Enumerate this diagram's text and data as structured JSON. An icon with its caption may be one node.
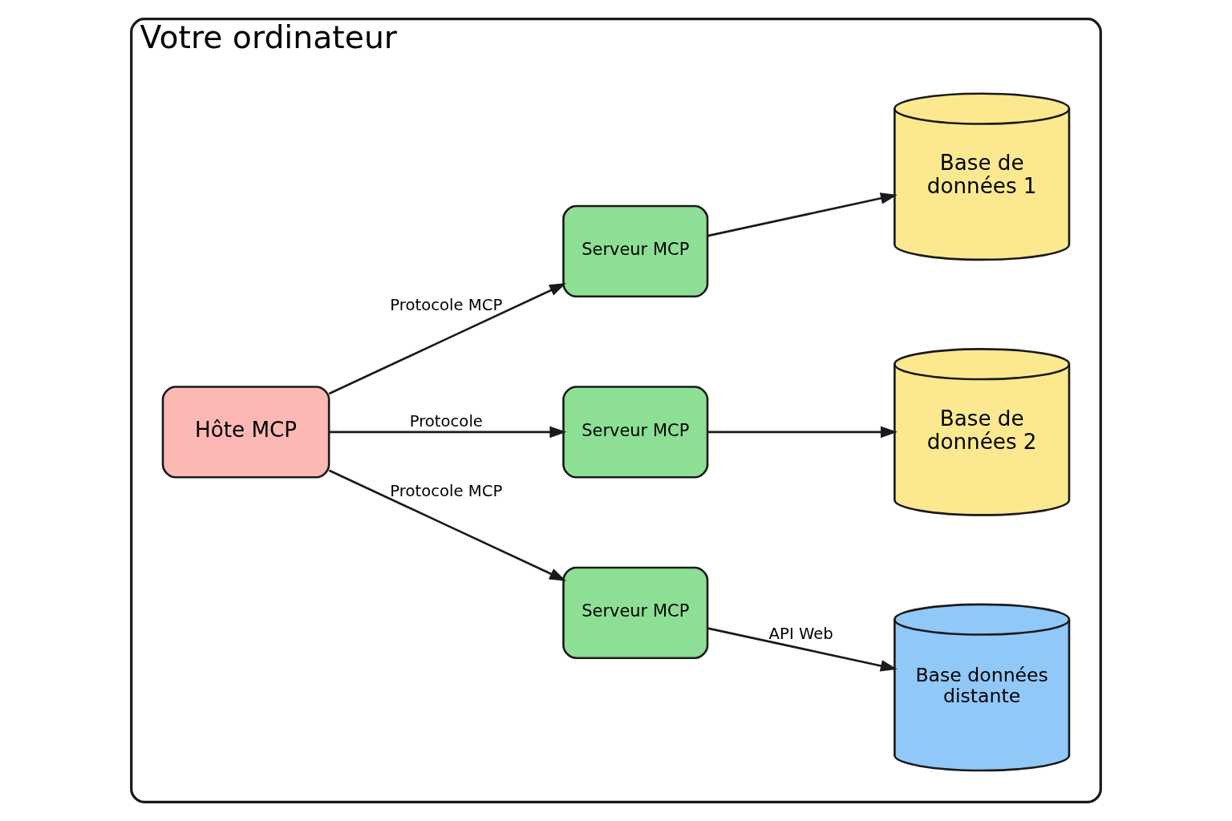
{
  "diagram": {
    "nodes": [
      {
        "text": [
          "Votre ordinateur"
        ]
      },
      {
        "text": [
          "Hôte MCP"
        ],
        "in": 0
      },
      {
        "text": [
          "Serveur MCP"
        ],
        "in": 0
      },
      {
        "text": [
          "Serveur MCP"
        ],
        "in": 0
      },
      {
        "text": [
          "Serveur MCP"
        ],
        "in": 0
      },
      {
        "text": [
          "Base de données 1"
        ],
        "in": 0
      },
      {
        "text": [
          "Base de données 2"
        ],
        "in": 0
      },
      {
        "text": [
          "Base données distante"
        ],
        "in": 0
      }
    ],
    "edges": [
      {
        "from": 1,
        "to": 2,
        "arrow": "to",
        "label": "Protocole MCP"
      },
      {
        "from": 1,
        "to": 3,
        "arrow": "to",
        "label": "Protocole"
      },
      {
        "from": 1,
        "to": 4,
        "arrow": "to",
        "label": "Protocole MCP"
      },
      {
        "from": 2,
        "to": 5,
        "arrow": "to"
      },
      {
        "from": 3,
        "to": 6,
        "arrow": "to"
      },
      {
        "from": 4,
        "to": 7,
        "arrow": "to",
        "label": "API Web"
      }
    ]
  }
}
